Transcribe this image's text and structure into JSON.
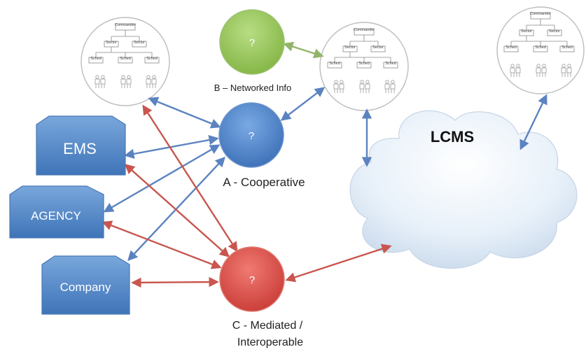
{
  "org_chart": {
    "commander": "Commander",
    "sector": "Sector",
    "sched": "Sched"
  },
  "nodes": {
    "b": {
      "label": "B – Networked Info",
      "symbol": "?"
    },
    "a": {
      "label": "A - Cooperative",
      "symbol": "?"
    },
    "c": {
      "label_line1": "C - Mediated /",
      "label_line2": "Interoperable",
      "symbol": "?"
    }
  },
  "entities": {
    "ems": "EMS",
    "agency": "AGENCY",
    "company": "Company"
  },
  "cloud": {
    "label": "LCMS"
  },
  "colors": {
    "blue_arrow": "#5b83c0",
    "red_arrow": "#c8564f",
    "green_arrow": "#92b56a",
    "box_blue": "#4f86c6",
    "circle_blue": "#5b8fd4",
    "circle_red": "#e0554f",
    "circle_green": "#9ccd5c"
  }
}
